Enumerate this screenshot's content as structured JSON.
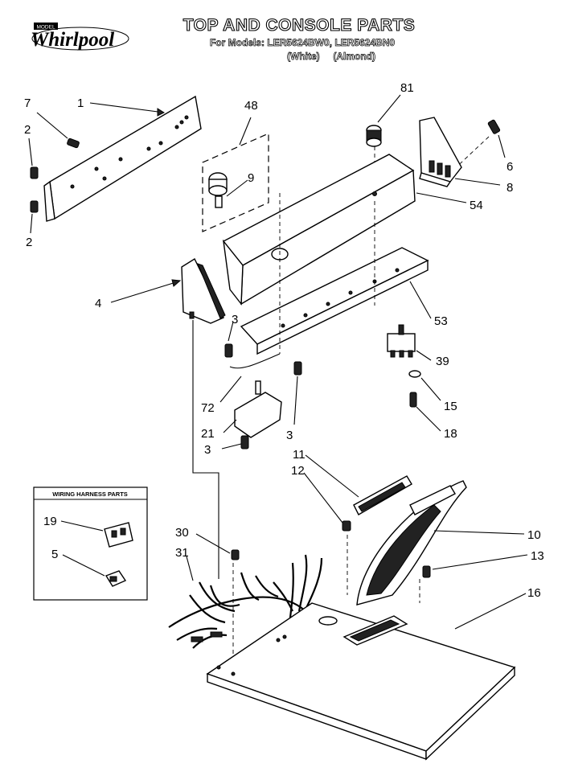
{
  "header": {
    "brand_badge": "MODEL",
    "brand": "Whirlpool",
    "title": "TOP AND CONSOLE PARTS",
    "models_line": "For Models: LER5624BW0, LER5624BN0",
    "colors_line": "(White)     (Almond)"
  },
  "inset": {
    "title": "WIRING HARNESS PARTS"
  },
  "callouts": [
    {
      "label": "7"
    },
    {
      "label": "1"
    },
    {
      "label": "48"
    },
    {
      "label": "81"
    },
    {
      "label": "2"
    },
    {
      "label": "9"
    },
    {
      "label": "6"
    },
    {
      "label": "8"
    },
    {
      "label": "54"
    },
    {
      "label": "2"
    },
    {
      "label": "4"
    },
    {
      "label": "53"
    },
    {
      "label": "3"
    },
    {
      "label": "39"
    },
    {
      "label": "15"
    },
    {
      "label": "72"
    },
    {
      "label": "21"
    },
    {
      "label": "3"
    },
    {
      "label": "18"
    },
    {
      "label": "3"
    },
    {
      "label": "11"
    },
    {
      "label": "12"
    },
    {
      "label": "19"
    },
    {
      "label": "10"
    },
    {
      "label": "30"
    },
    {
      "label": "13"
    },
    {
      "label": "5"
    },
    {
      "label": "31"
    },
    {
      "label": "16"
    }
  ]
}
